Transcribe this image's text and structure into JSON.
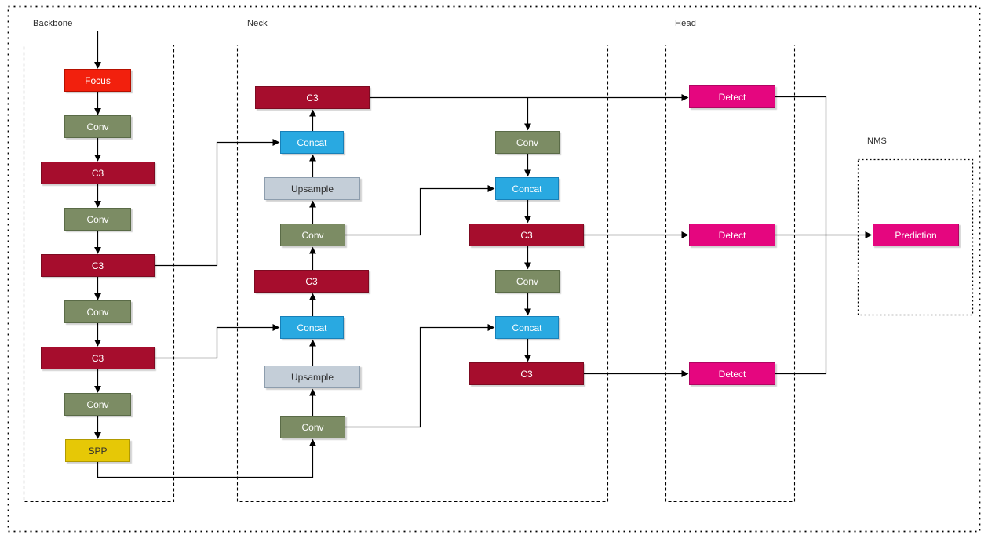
{
  "sections": {
    "backbone": {
      "label": "Backbone"
    },
    "neck": {
      "label": "Neck"
    },
    "head": {
      "label": "Head"
    },
    "nms": {
      "label": "NMS"
    }
  },
  "palette": {
    "focus_fill": "#F2200D",
    "focus_border": "#B51000",
    "conv_fill": "#7C8C64",
    "conv_border": "#5A6B47",
    "c3_fill": "#A60D2D",
    "c3_border": "#7D0A21",
    "spp_fill": "#E6C806",
    "spp_border": "#B19A00",
    "concat_fill": "#29A9E1",
    "concat_border": "#1780B8",
    "upsample_fill": "#C4CED8",
    "upsample_border": "#8D9DAD",
    "detect_fill": "#E5067F",
    "detect_border": "#B00562",
    "line": "#000000",
    "light_text": "#FFFFFF",
    "dark_text": "#2F2F2F"
  },
  "nodes": {
    "backbone": [
      {
        "id": "backbone-focus",
        "label": "Focus",
        "type": "focus"
      },
      {
        "id": "backbone-conv-1",
        "label": "Conv",
        "type": "conv"
      },
      {
        "id": "backbone-c3-1",
        "label": "C3",
        "type": "c3"
      },
      {
        "id": "backbone-conv-2",
        "label": "Conv",
        "type": "conv"
      },
      {
        "id": "backbone-c3-2",
        "label": "C3",
        "type": "c3"
      },
      {
        "id": "backbone-conv-3",
        "label": "Conv",
        "type": "conv"
      },
      {
        "id": "backbone-c3-3",
        "label": "C3",
        "type": "c3"
      },
      {
        "id": "backbone-conv-4",
        "label": "Conv",
        "type": "conv"
      },
      {
        "id": "backbone-spp",
        "label": "SPP",
        "type": "spp"
      }
    ],
    "neck_left": [
      {
        "id": "neck-c3-top",
        "label": "C3",
        "type": "c3"
      },
      {
        "id": "neck-concat-top",
        "label": "Concat",
        "type": "concat"
      },
      {
        "id": "neck-upsample-top",
        "label": "Upsample",
        "type": "upsample"
      },
      {
        "id": "neck-conv-mid",
        "label": "Conv",
        "type": "conv"
      },
      {
        "id": "neck-c3-mid",
        "label": "C3",
        "type": "c3"
      },
      {
        "id": "neck-concat-low",
        "label": "Concat",
        "type": "concat"
      },
      {
        "id": "neck-upsample-low",
        "label": "Upsample",
        "type": "upsample"
      },
      {
        "id": "neck-conv-low",
        "label": "Conv",
        "type": "conv"
      }
    ],
    "neck_right": [
      {
        "id": "neck-conv-r1",
        "label": "Conv",
        "type": "conv"
      },
      {
        "id": "neck-concat-r1",
        "label": "Concat",
        "type": "concat"
      },
      {
        "id": "neck-c3-r1",
        "label": "C3",
        "type": "c3"
      },
      {
        "id": "neck-conv-r2",
        "label": "Conv",
        "type": "conv"
      },
      {
        "id": "neck-concat-r2",
        "label": "Concat",
        "type": "concat"
      },
      {
        "id": "neck-c3-r2",
        "label": "C3",
        "type": "c3"
      }
    ],
    "head": [
      {
        "id": "head-detect-1",
        "label": "Detect",
        "type": "detect"
      },
      {
        "id": "head-detect-2",
        "label": "Detect",
        "type": "detect"
      },
      {
        "id": "head-detect-3",
        "label": "Detect",
        "type": "detect"
      }
    ],
    "nms": [
      {
        "id": "nms-prediction",
        "label": "Prediction",
        "type": "detect"
      }
    ]
  },
  "edges": [
    {
      "from": "input",
      "to": "backbone-focus"
    },
    {
      "from": "backbone-focus",
      "to": "backbone-conv-1"
    },
    {
      "from": "backbone-conv-1",
      "to": "backbone-c3-1"
    },
    {
      "from": "backbone-c3-1",
      "to": "backbone-conv-2"
    },
    {
      "from": "backbone-conv-2",
      "to": "backbone-c3-2"
    },
    {
      "from": "backbone-c3-2",
      "to": "backbone-conv-3"
    },
    {
      "from": "backbone-c3-2",
      "to": "neck-concat-top"
    },
    {
      "from": "backbone-conv-3",
      "to": "backbone-c3-3"
    },
    {
      "from": "backbone-c3-3",
      "to": "backbone-conv-4"
    },
    {
      "from": "backbone-c3-3",
      "to": "neck-concat-low"
    },
    {
      "from": "backbone-conv-4",
      "to": "backbone-spp"
    },
    {
      "from": "backbone-spp",
      "to": "neck-conv-low"
    },
    {
      "from": "neck-conv-low",
      "to": "neck-upsample-low"
    },
    {
      "from": "neck-conv-low",
      "to": "neck-concat-r2"
    },
    {
      "from": "neck-upsample-low",
      "to": "neck-concat-low"
    },
    {
      "from": "neck-concat-low",
      "to": "neck-c3-mid"
    },
    {
      "from": "neck-c3-mid",
      "to": "neck-conv-mid"
    },
    {
      "from": "neck-conv-mid",
      "to": "neck-upsample-top"
    },
    {
      "from": "neck-conv-mid",
      "to": "neck-concat-r1"
    },
    {
      "from": "neck-upsample-top",
      "to": "neck-concat-top"
    },
    {
      "from": "neck-concat-top",
      "to": "neck-c3-top"
    },
    {
      "from": "neck-c3-top",
      "to": "head-detect-1"
    },
    {
      "from": "neck-c3-top",
      "to": "neck-conv-r1"
    },
    {
      "from": "neck-conv-r1",
      "to": "neck-concat-r1"
    },
    {
      "from": "neck-concat-r1",
      "to": "neck-c3-r1"
    },
    {
      "from": "neck-c3-r1",
      "to": "neck-conv-r2"
    },
    {
      "from": "neck-c3-r1",
      "to": "head-detect-2"
    },
    {
      "from": "neck-conv-r2",
      "to": "neck-concat-r2"
    },
    {
      "from": "neck-concat-r2",
      "to": "neck-c3-r2"
    },
    {
      "from": "neck-c3-r2",
      "to": "head-detect-3"
    },
    {
      "from": "head-detect-1",
      "to": "nms-prediction"
    },
    {
      "from": "head-detect-2",
      "to": "nms-prediction"
    },
    {
      "from": "head-detect-3",
      "to": "nms-prediction"
    }
  ]
}
